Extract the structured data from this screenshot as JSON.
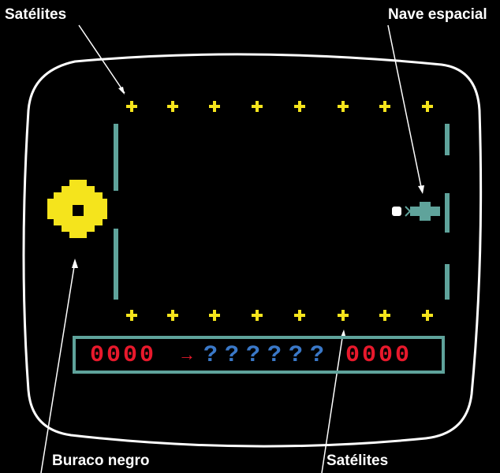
{
  "labels": {
    "satellites_top": "Satélites",
    "spaceship": "Nave espacial",
    "black_hole": "Buraco negro",
    "satellites_bottom": "Satélites"
  },
  "scoreboard": {
    "left_score": "0000",
    "arrow": "→",
    "target": "??????",
    "right_score": "0000"
  },
  "colors": {
    "frame": "#ffffff",
    "satellite": "#f5e41c",
    "wall": "#5fa39b",
    "score_red": "#e8192c",
    "target_blue": "#3a78c8"
  }
}
